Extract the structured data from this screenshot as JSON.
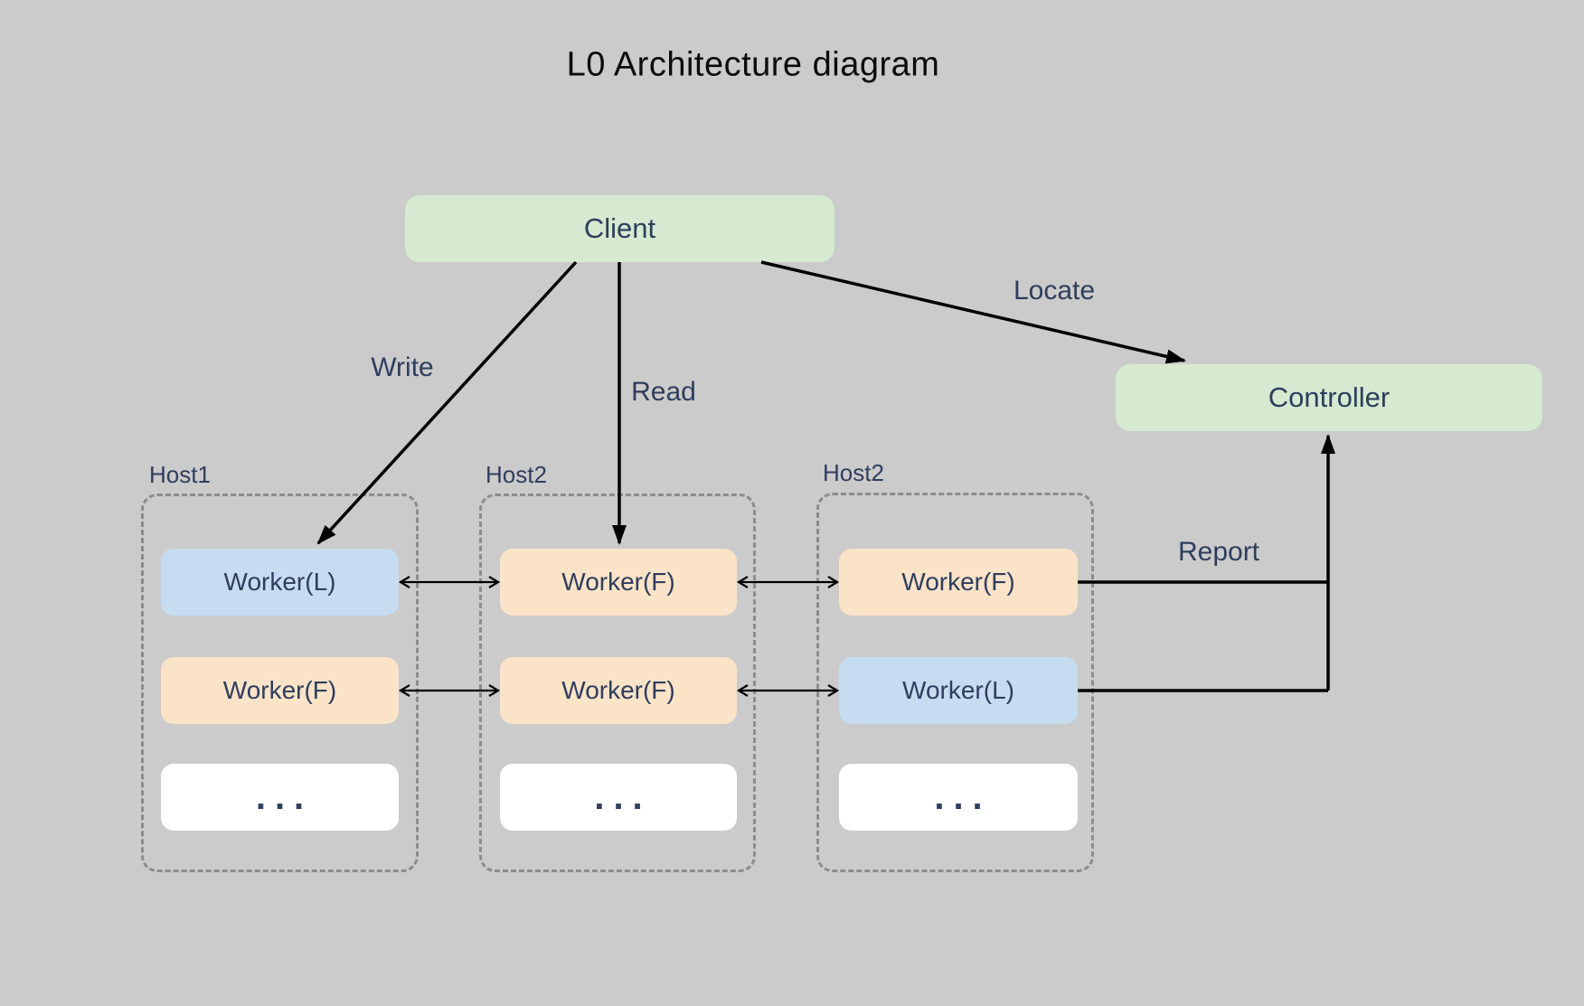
{
  "title": "L0 Architecture diagram",
  "nodes": {
    "client": "Client",
    "controller": "Controller"
  },
  "edge_labels": {
    "write": "Write",
    "read": "Read",
    "locate": "Locate",
    "report": "Report"
  },
  "hosts": [
    {
      "label": "Host1",
      "workers": [
        "Worker(L)",
        "Worker(F)",
        "..."
      ]
    },
    {
      "label": "Host2",
      "workers": [
        "Worker(F)",
        "Worker(F)",
        "..."
      ]
    },
    {
      "label": "Host2",
      "workers": [
        "Worker(F)",
        "Worker(L)",
        "..."
      ]
    }
  ],
  "colors": {
    "canvas-bg": "#cbcbcb",
    "node-green": "#d5ead0",
    "worker-blue": "#c6dcf0",
    "worker-orange": "#fbe3c7",
    "worker-white": "#ffffff",
    "text-navy": "#2f3d5e",
    "host-border": "#8c8c8c",
    "arrow-black": "#000000",
    "title-black": "#0b0b0b"
  }
}
